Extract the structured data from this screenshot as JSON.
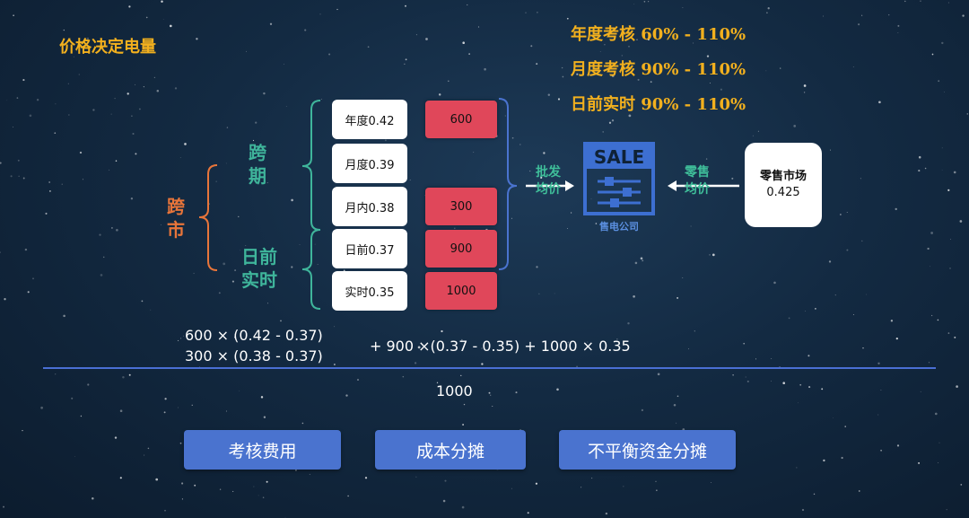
{
  "title": "价格决定电量",
  "assessment": [
    "年度考核 60% - 110%",
    "月度考核 90% - 110%",
    "日前实时 90% - 110%"
  ],
  "labels": {
    "cross_market_1": "跨",
    "cross_market_2": "市",
    "cross_period_1": "跨",
    "cross_period_2": "期",
    "day_ahead_1": "日前",
    "day_ahead_2": "实时"
  },
  "prices": [
    {
      "label": "年度0.42"
    },
    {
      "label": "月度0.39"
    },
    {
      "label": "月内0.38"
    },
    {
      "label": "日前0.37"
    },
    {
      "label": "实时0.35"
    }
  ],
  "quantities": {
    "annual": "600",
    "intra_month": "300",
    "day_ahead": "900",
    "real_time": "1000"
  },
  "wholesale_label_1": "批发",
  "wholesale_label_2": "均价",
  "retail_label_1": "零售",
  "retail_label_2": "均价",
  "sale_icon_text": "SALE",
  "sale_caption": "售电公司",
  "retail_market": {
    "name": "零售市场",
    "price": "0.425"
  },
  "formula": {
    "line1": "600 × (0.42 - 0.37)",
    "line2": "300 × (0.38 - 0.37)",
    "rest": "+ 900 ×(0.37 - 0.35) + 1000 × 0.35",
    "denominator": "1000"
  },
  "buttons": [
    "考核费用",
    "成本分摊",
    "不平衡资金分摊"
  ],
  "colors": {
    "accent": "#f2b01e",
    "green": "#3fb59b",
    "orange": "#e8753a",
    "qty": "#e0475a",
    "button": "#4a73cf"
  }
}
